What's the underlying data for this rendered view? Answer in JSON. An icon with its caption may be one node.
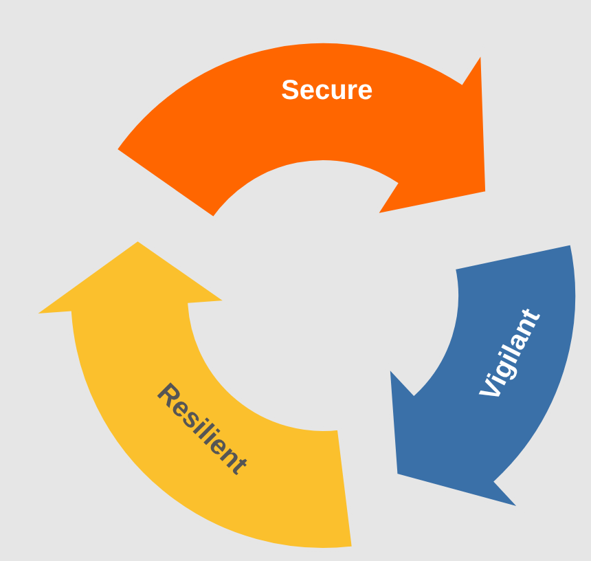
{
  "diagram": {
    "nodes": [
      {
        "text": [
          "Secure"
        ]
      },
      {
        "text": [
          "Vigilant"
        ]
      },
      {
        "text": [
          "Resilient"
        ]
      }
    ]
  }
}
